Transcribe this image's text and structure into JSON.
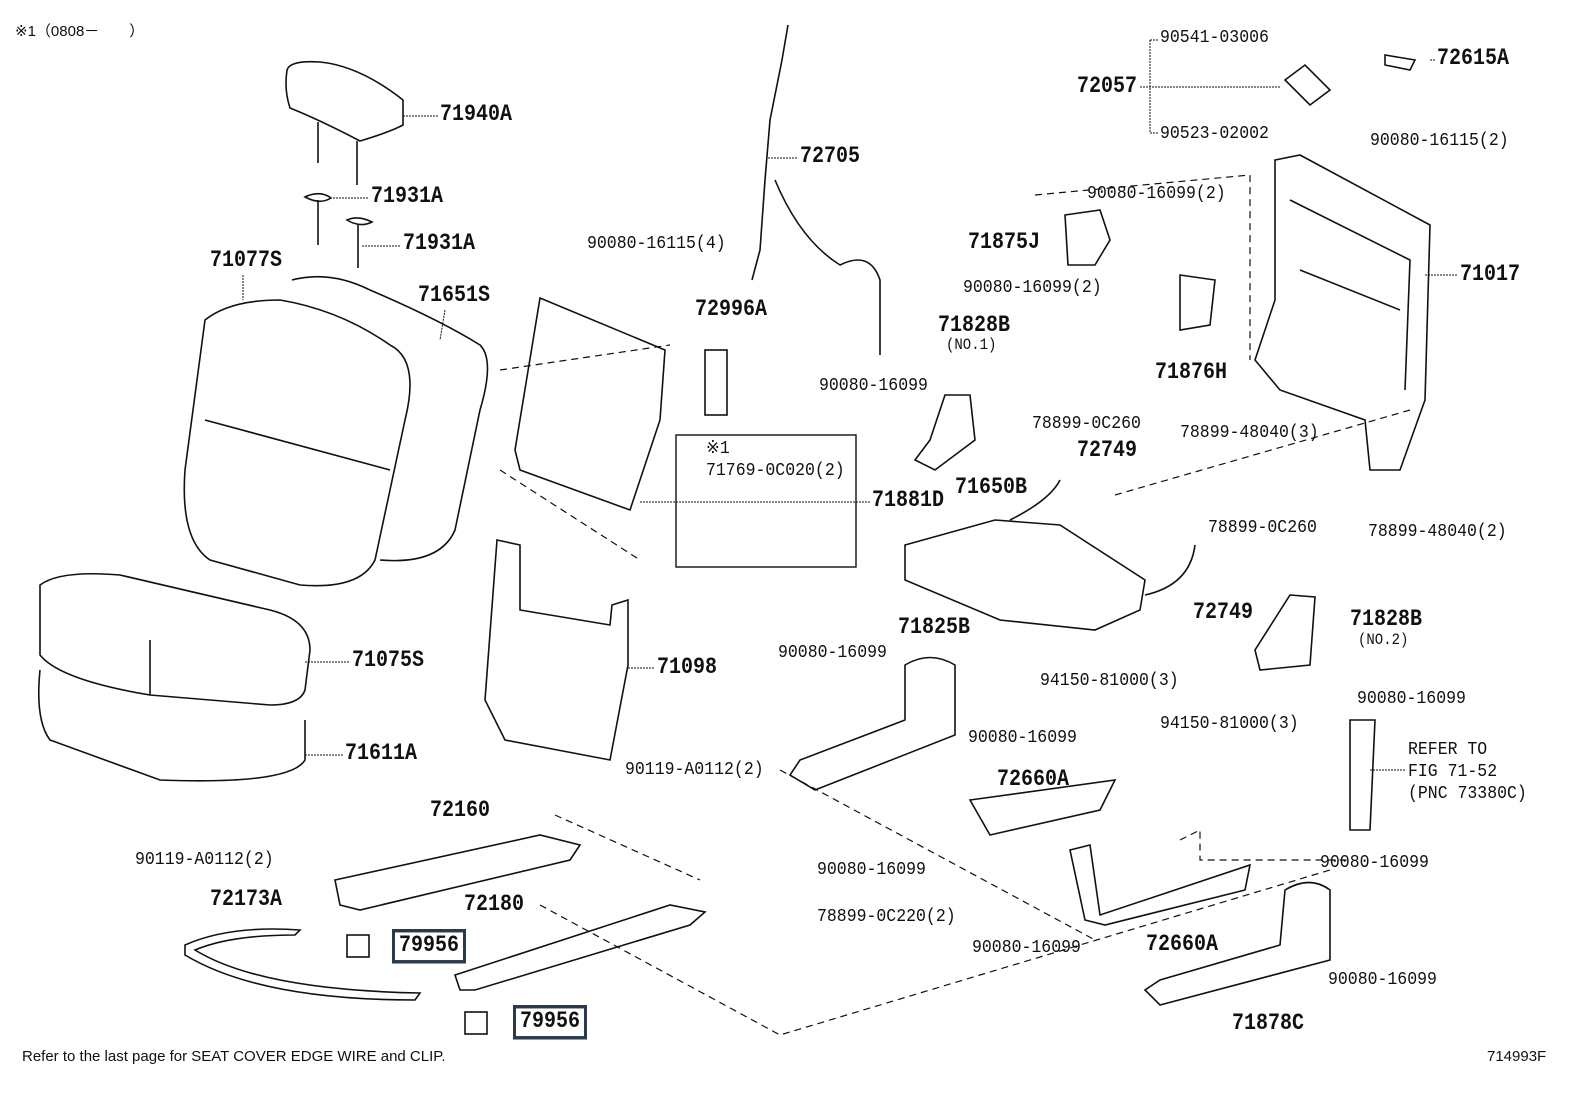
{
  "note": "※1（0808－　　）",
  "labels": {
    "p71940A": "71940A",
    "p71931A_1": "71931A",
    "p71931A_2": "71931A",
    "p71077S": "71077S",
    "p71651S": "71651S",
    "p72705": "72705",
    "p90080_16115_4": "90080-16115(4)",
    "p72996A": "72996A",
    "mark1": "※1",
    "p71769": "71769-0C020(2)",
    "p71881D": "71881D",
    "p90541": "90541-03006",
    "p72615A": "72615A",
    "p72057": "72057",
    "p90523": "90523-02002",
    "p90080_16115_2": "90080-16115(2)",
    "p90080_16099_2a": "90080-16099(2)",
    "p71875J": "71875J",
    "p90080_16099_2b": "90080-16099(2)",
    "p71017": "71017",
    "p71828B_1": "71828B",
    "no1": "(NO.1)",
    "p90080_16099_a": "90080-16099",
    "p71876H": "71876H",
    "p78899_0C260_a": "78899-0C260",
    "p72749_a": "72749",
    "p78899_48040_3": "78899-48040(3)",
    "p78899_48040_2": "78899-48040(2)",
    "p71650B": "71650B",
    "p78899_0C260_b": "78899-0C260",
    "p72749_b": "72749",
    "p71828B_2": "71828B",
    "no2": "(NO.2)",
    "p71825B": "71825B",
    "p90080_16099_b": "90080-16099",
    "p94150_a": "94150-81000(3)",
    "p90080_16099_c": "90080-16099",
    "p94150_b": "94150-81000(3)",
    "p90080_16099_d": "90080-16099",
    "refer1": "REFER TO",
    "refer2": "FIG 71-52",
    "refer3": "(PNC 73380C)",
    "p71075S": "71075S",
    "p71098": "71098",
    "p71611A": "71611A",
    "p90119_a": "90119-A0112(2)",
    "p72660A_a": "72660A",
    "p72160": "72160",
    "p90119_b": "90119-A0112(2)",
    "p90080_16099_e": "90080-16099",
    "p90080_16099_f": "90080-16099",
    "p72173A": "72173A",
    "p72180": "72180",
    "p78899_0C220": "78899-0C220(2)",
    "p90080_16099_g": "90080-16099",
    "p72660A_b": "72660A",
    "p79956_a": "79956",
    "p90080_16099_h": "90080-16099",
    "p79956_b": "79956",
    "p71878C": "71878C"
  },
  "footer": {
    "text": "Refer to the last page for SEAT COVER EDGE WIRE and CLIP.",
    "figure_id": "714993F"
  },
  "colors": {
    "line": "#111111",
    "highlight_box": "#2a3a4a",
    "background": "#ffffff"
  }
}
